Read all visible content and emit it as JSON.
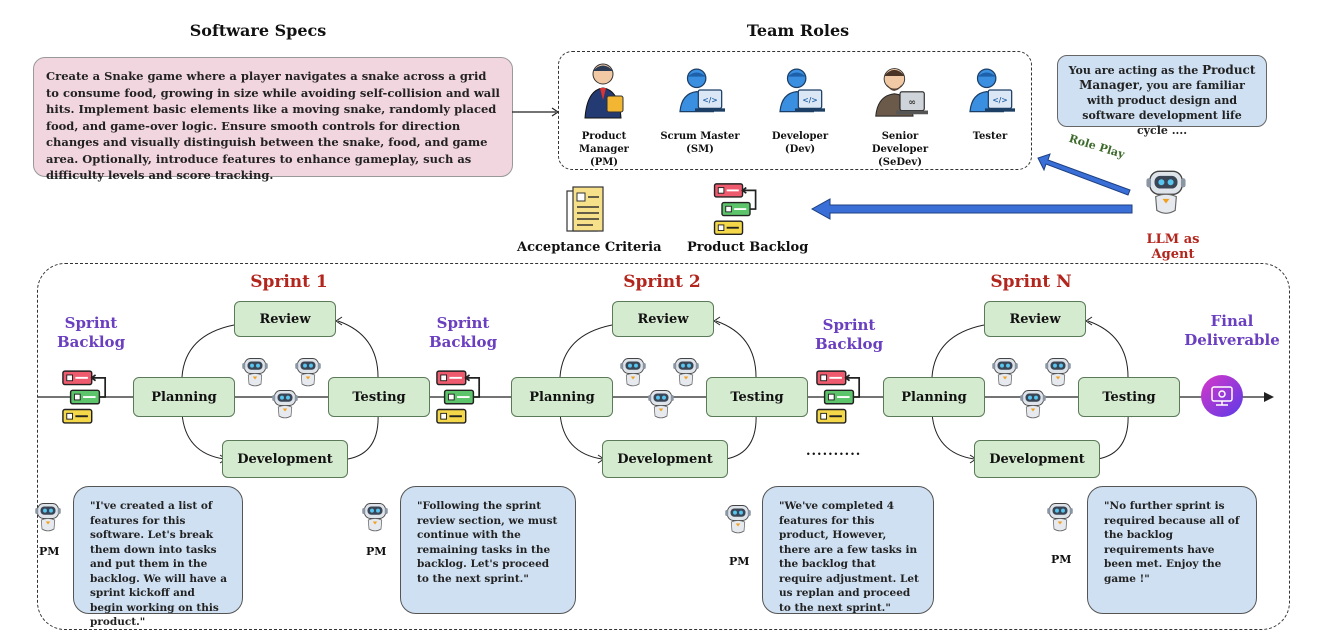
{
  "headers": {
    "software_specs": "Software Specs",
    "team_roles": "Team Roles"
  },
  "software_specs_text": "Create a Snake game where a player navigates a snake across a grid to consume food, growing in size while avoiding self-collision and wall hits. Implement basic elements like a moving snake, randomly placed food, and game-over logic. Ensure smooth controls for direction changes and visually distinguish between the snake, food, and game area. Optionally, introduce features to enhance gameplay, such as difficulty levels and score tracking.",
  "roles": [
    {
      "name": "Product Manager",
      "abbr": "(PM)"
    },
    {
      "name": "Scrum Master",
      "abbr": "(SM)"
    },
    {
      "name": "Developer",
      "abbr": "(Dev)"
    },
    {
      "name": "Senior Developer",
      "abbr": "(SeDev)"
    },
    {
      "name": "Tester",
      "abbr": ""
    }
  ],
  "prompt": {
    "prefix": "You are acting as the ",
    "role": "Product Manager",
    "suffix": ", you are familiar with product design and software development life cycle ...."
  },
  "role_play_label": "Role Play",
  "agent_label": "LLM as Agent",
  "artifacts": {
    "acceptance_criteria": "Acceptance Criteria",
    "product_backlog": "Product Backlog"
  },
  "sprints": [
    {
      "title": "Sprint 1"
    },
    {
      "title": "Sprint 2"
    },
    {
      "title": "Sprint N"
    }
  ],
  "stages": {
    "review": "Review",
    "planning": "Planning",
    "testing": "Testing",
    "development": "Development"
  },
  "sprint_backlog_label": [
    "Sprint",
    "Backlog"
  ],
  "final_label": [
    "Final",
    "Deliverable"
  ],
  "ellipsis": "..........",
  "pm_label": "PM",
  "pm_quotes": [
    "\"I've created a list of features for this software. Let's break them down into tasks and put them in the backlog. We will have a sprint kickoff and begin working on this product.\"",
    "\"Following the sprint review section, we must continue with the remaining tasks in the backlog. Let's proceed to the next sprint.\"",
    "\"We've completed 4 features for this product, However, there are a few tasks in the backlog that require adjustment. Let us replan and proceed to the next sprint.\"",
    "\"No further sprint is required because all of the backlog requirements have been met. Enjoy the game !\""
  ],
  "colors": {
    "arrow_blue": "#3a6fd8",
    "sprint_red": "#b3261e",
    "backlog_purple": "#6a3fc0",
    "stage_green": "#d5ebd0",
    "bubble_blue": "#cfe0f2",
    "specs_pink": "#f2d6df"
  }
}
